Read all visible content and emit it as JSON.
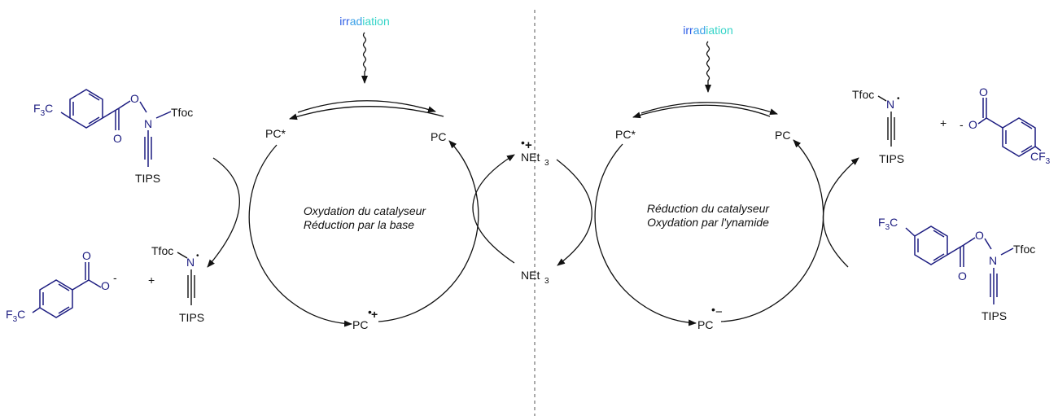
{
  "irradiation_left": {
    "c1": "irr",
    "c2": "ad",
    "c3": "iation"
  },
  "irradiation_right": {
    "c1": "irr",
    "c2": "ad",
    "c3": "iation"
  },
  "colors": {
    "irr": "#2b5ce6",
    "ad": "#3aa0e8",
    "iation": "#35d4c8",
    "molecule": "#1c1c80",
    "ink": "#111111"
  },
  "labels": {
    "pc_star": "PC*",
    "pc": "PC",
    "pc_radical_cation": "PC",
    "pc_radical_anion": "PC",
    "net3_radical_cation": "NEt",
    "net3": "NEt",
    "sub3": "3",
    "tips": "TIPS",
    "tfoc": "Tfoc",
    "plus": "+",
    "minus": "-",
    "o": "O",
    "n": "N",
    "f3c": "F",
    "f3c_sub": "3",
    "f3c_c": "C",
    "cf3_c": "CF",
    "cf3_sub": "3"
  },
  "captions": {
    "left_line1": "Oxydation du catalyseur",
    "left_line2": "Réduction par la base",
    "right_line1": "Réduction du catalyseur",
    "right_line2": "Oxydation par l'ynamide"
  }
}
